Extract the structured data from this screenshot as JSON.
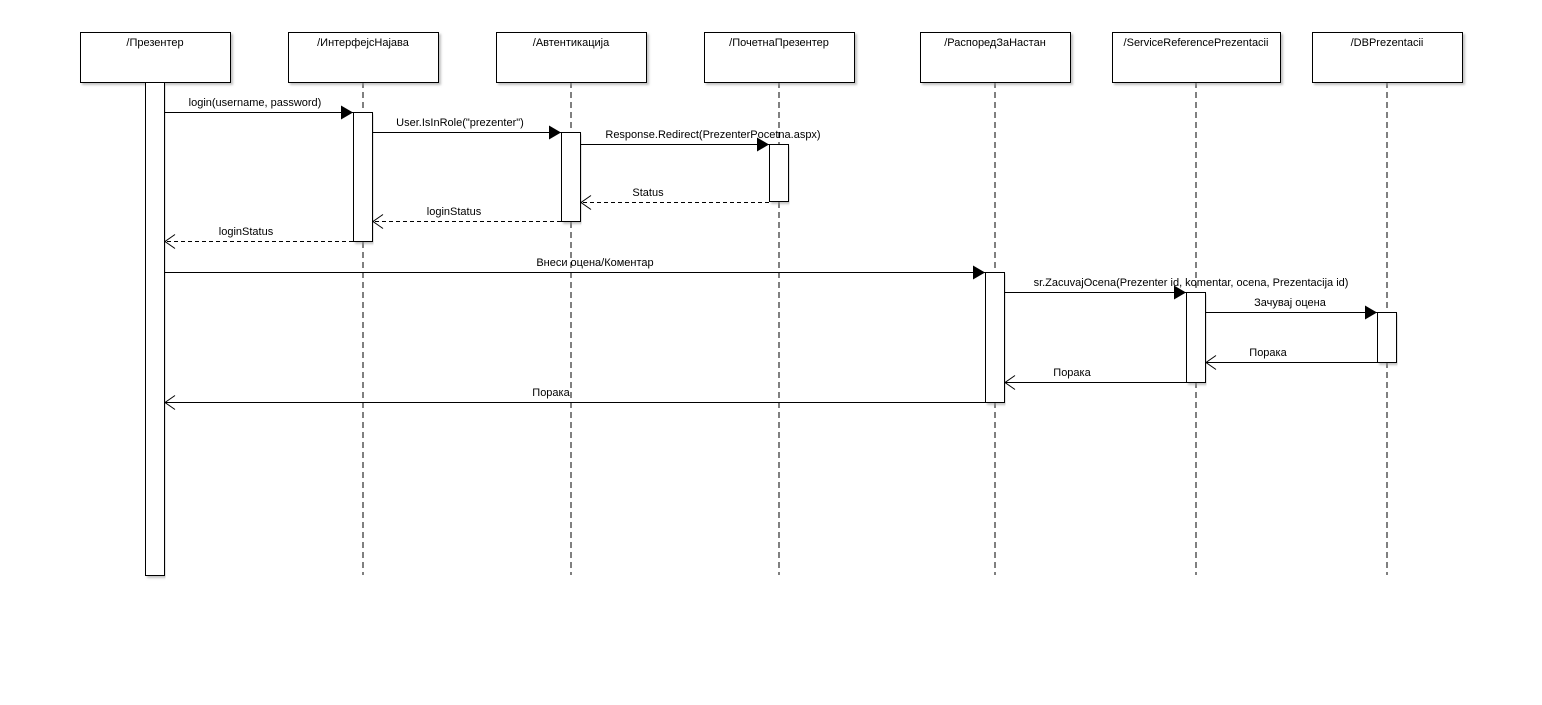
{
  "lifelines": [
    {
      "name": "/Презентер"
    },
    {
      "name": "/ИнтерфејсНајава"
    },
    {
      "name": "/Автентикација"
    },
    {
      "name": "/ПочетнаПрезентер"
    },
    {
      "name": "/РаспоредЗаНастан"
    },
    {
      "name": "/ServiceReferencePrezentacii"
    },
    {
      "name": "/DBPrezentacii"
    }
  ],
  "messages": [
    {
      "label": "login(username, password)",
      "from": 0,
      "to": 1,
      "kind": "call"
    },
    {
      "label": "User.IsInRole(\"prezenter\")",
      "from": 1,
      "to": 2,
      "kind": "call"
    },
    {
      "label": "Response.Redirect(PrezenterPocetna.aspx)",
      "from": 2,
      "to": 3,
      "kind": "call"
    },
    {
      "label": "Status",
      "from": 3,
      "to": 2,
      "kind": "return"
    },
    {
      "label": "loginStatus",
      "from": 2,
      "to": 1,
      "kind": "return"
    },
    {
      "label": "loginStatus",
      "from": 1,
      "to": 0,
      "kind": "return"
    },
    {
      "label": "Внеси оцена/Коментар",
      "from": 0,
      "to": 4,
      "kind": "call"
    },
    {
      "label": "sr.ZacuvajOcena(Prezenter id, komentar, ocena, Prezentacija id)",
      "from": 4,
      "to": 5,
      "kind": "call"
    },
    {
      "label": "Зачувај оцена",
      "from": 5,
      "to": 6,
      "kind": "call"
    },
    {
      "label": "Порака",
      "from": 6,
      "to": 5,
      "kind": "reply"
    },
    {
      "label": "Порака",
      "from": 5,
      "to": 4,
      "kind": "reply"
    },
    {
      "label": "Порака",
      "from": 4,
      "to": 0,
      "kind": "reply"
    }
  ]
}
